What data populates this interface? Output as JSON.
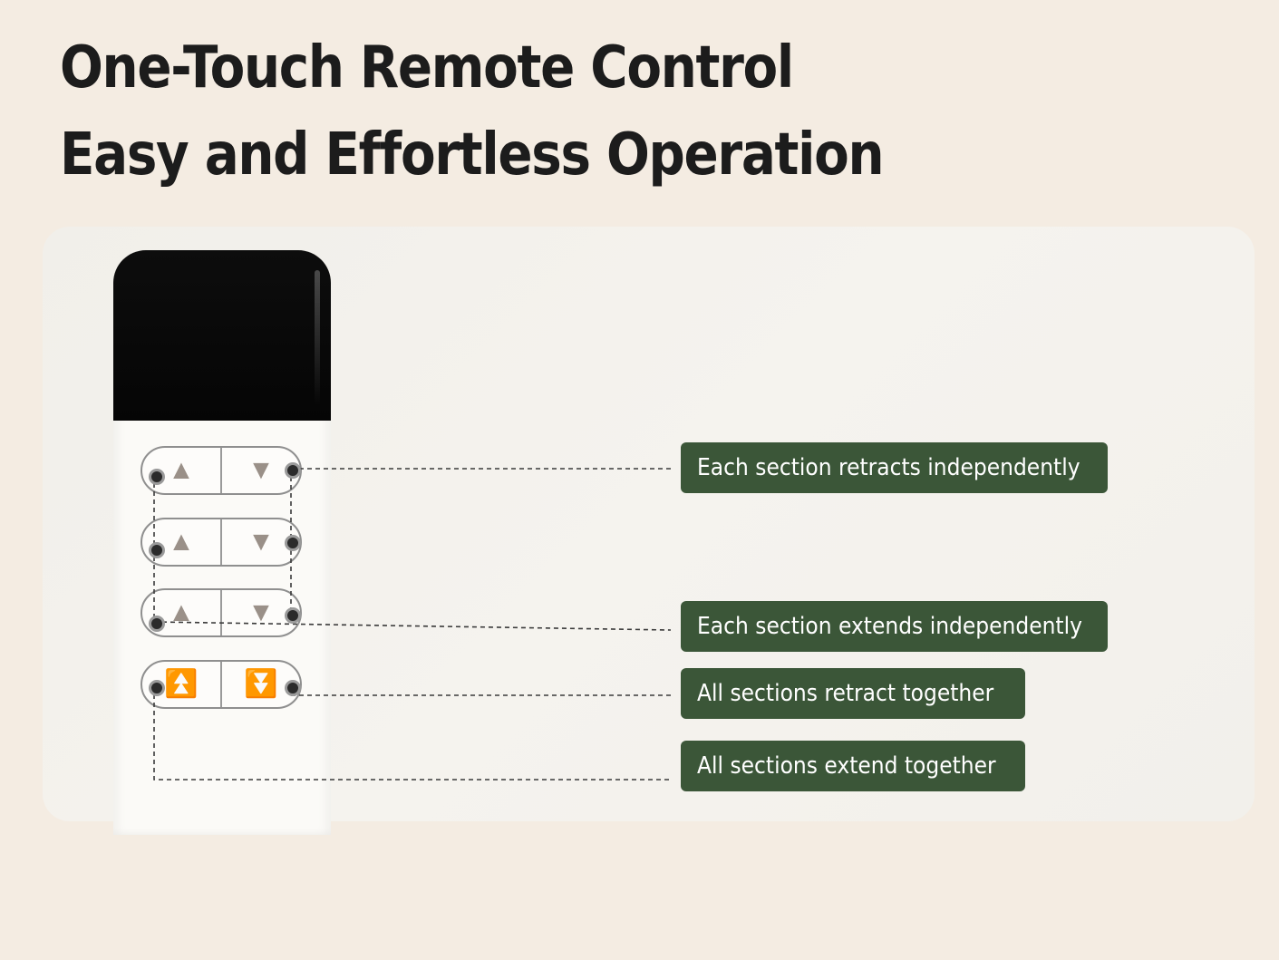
{
  "heading": {
    "line1": "One-Touch Remote Control",
    "line2": "Easy and Effortless Operation"
  },
  "remote": {
    "buttons": [
      {
        "left_glyph": "▲",
        "right_glyph": "▼",
        "left_icon": "up-arrow-icon",
        "right_icon": "down-arrow-icon"
      },
      {
        "left_glyph": "▲",
        "right_glyph": "▼",
        "left_icon": "up-arrow-icon",
        "right_icon": "down-arrow-icon"
      },
      {
        "left_glyph": "▲",
        "right_glyph": "▼",
        "left_icon": "up-arrow-icon",
        "right_icon": "down-arrow-icon"
      },
      {
        "left_glyph": "⏫",
        "right_glyph": "⏬",
        "left_icon": "double-up-arrow-icon",
        "right_icon": "double-down-arrow-icon"
      }
    ]
  },
  "labels": {
    "retract_each": "Each section retracts independently",
    "extend_each": "Each section extends independently",
    "retract_all": "All sections retract together",
    "extend_all": "All sections extend together"
  },
  "colors": {
    "background": "#f4ece2",
    "label_bg": "#3b5638",
    "label_text": "#ffffff",
    "remote_top": "#0a0a0a"
  }
}
